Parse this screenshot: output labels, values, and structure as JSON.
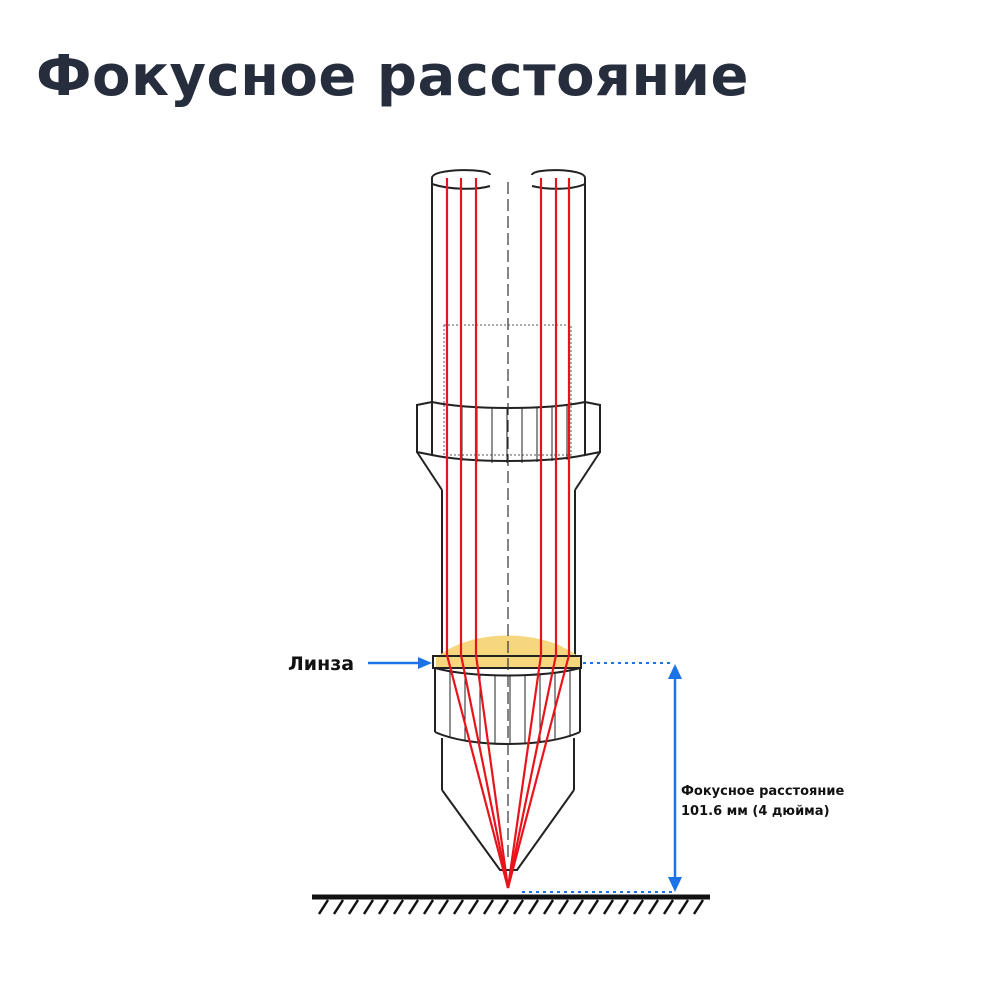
{
  "title": "Фокусное расстояние",
  "lens_label": "Линза",
  "focal_label_line1": "Фокусное расстояние",
  "focal_label_line2": "101.6 мм (4 дюйма)",
  "colors": {
    "title": "#262d3d",
    "outline": "#222222",
    "beam": "#e8141c",
    "lens": "#f7d77e",
    "arrow": "#1a73e8"
  }
}
